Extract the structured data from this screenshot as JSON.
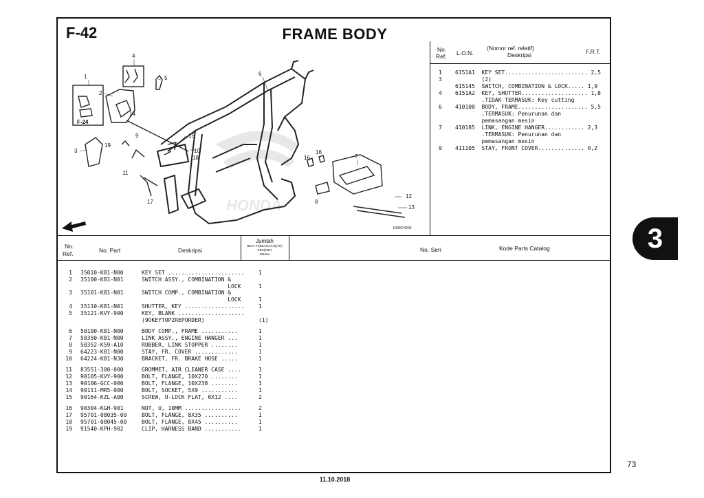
{
  "header": {
    "code": "F-42",
    "title": "FRAME BODY"
  },
  "diagram": {
    "labels": [
      "1",
      "2",
      "3",
      "4",
      "5",
      "6",
      "7",
      "8",
      "9",
      "10",
      "11",
      "12",
      "13",
      "14",
      "15",
      "16",
      "16",
      "17",
      "18",
      "19"
    ],
    "ref_box": "F-24",
    "code": "K81KF4200",
    "watermark": "HONDA"
  },
  "lon_table": {
    "headers": {
      "ref_line1": "No.",
      "ref_line2": "Ref.",
      "lon": "L.O.N.",
      "desc_line1": "(Nomor ref. relatif)",
      "desc_line2": "Deskripsi",
      "frt": "F.R.T."
    },
    "rows": [
      {
        "ref": "1",
        "text": "6151A1  KEY SET......................... 2,5"
      },
      {
        "ref": "3",
        "text": "        (2)"
      },
      {
        "ref": "",
        "text": "615145  SWITCH, COMBINATION & LOCK..... 1,9"
      },
      {
        "ref": "4",
        "text": "6151A2  KEY, SHUTTER.................... 1,8"
      },
      {
        "ref": "",
        "text": "        .TIDAK TERMASUK: Key cutting"
      },
      {
        "ref": "6",
        "text": "410100  BODY, FRAME..................... 5,5"
      },
      {
        "ref": "",
        "text": "        .TERMASUK: Penurunan dan"
      },
      {
        "ref": "",
        "text": "        pemasangan mesin"
      },
      {
        "ref": "7",
        "text": "410185  LINK, ENGINE HANGER............ 2,3"
      },
      {
        "ref": "",
        "text": "        .TERMASUK: Penurunan dan"
      },
      {
        "ref": "",
        "text": "        pemasangan mesin"
      },
      {
        "ref": "9",
        "text": "411105  STAY, FRONT COVER.............. 0,2"
      }
    ]
  },
  "parts_table": {
    "headers": {
      "ref_line1": "No.",
      "ref_line2": "Ref.",
      "part_no": "No. Part",
      "desc": "Deskripsi",
      "qty": "Jumlah",
      "qty_sub1": "BEAT FI(BEAT(ACH)(TO)",
      "qty_sub2": "CBS(CBF)",
      "qty_sub3": "2018nu",
      "serial": "No. Seri",
      "catalog": "Kode Parts Catalog"
    },
    "rows": [
      {
        "ref": "1",
        "part": "35010-K81-N00",
        "desc": "KEY SET .......................",
        "qty": "1"
      },
      {
        "ref": "2",
        "part": "35100-K81-N01",
        "desc": "SWITCH ASSY., COMBINATION &",
        "qty": ""
      },
      {
        "ref": "",
        "part": "",
        "desc": "                          LOCK",
        "qty": "1"
      },
      {
        "ref": "3",
        "part": "35101-K81-N01",
        "desc": "SWITCH COMP., COMBINATION &",
        "qty": ""
      },
      {
        "ref": "",
        "part": "",
        "desc": "                          LOCK",
        "qty": "1"
      },
      {
        "ref": "4",
        "part": "35110-K81-N01",
        "desc": "SHUTTER, KEY ..................",
        "qty": "1"
      },
      {
        "ref": "5",
        "part": "35121-KVY-900",
        "desc": "KEY, BLANK ....................",
        "qty": ""
      },
      {
        "ref": "",
        "part": "",
        "desc": "(9OKEYTOP2REPORDER)",
        "qty": "(1)"
      },
      {
        "ref": "6",
        "part": "50100-K81-N00",
        "desc": "BODY COMP., FRAME ...........",
        "qty": "1"
      },
      {
        "ref": "7",
        "part": "50350-K81-N00",
        "desc": "LINK ASSY., ENGINE HANGER ...",
        "qty": "1"
      },
      {
        "ref": "8",
        "part": "50352-K59-A10",
        "desc": "RUBBER, LINK STOPPER ........",
        "qty": "1"
      },
      {
        "ref": "9",
        "part": "64223-K81-N00",
        "desc": "STAY, FR. COVER .............",
        "qty": "1"
      },
      {
        "ref": "10",
        "part": "64224-K81-N30",
        "desc": "BRACKET, FR. BRAKE HOSE .....",
        "qty": "1"
      },
      {
        "ref": "11",
        "part": "83551-300-000",
        "desc": "GROMMET, AIR CLEANER CASE ....",
        "qty": "1"
      },
      {
        "ref": "12",
        "part": "90105-KVY-900",
        "desc": "BOLT, FLANGE, 10X270 ........",
        "qty": "1"
      },
      {
        "ref": "13",
        "part": "90106-GCC-000",
        "desc": "BOLT, FLANGE, 10X238 ........",
        "qty": "1"
      },
      {
        "ref": "14",
        "part": "90111-MR5-000",
        "desc": "BOLT, SOCKET, 5X9 ...........",
        "qty": "1"
      },
      {
        "ref": "15",
        "part": "90164-KZL-A00",
        "desc": "SCREW, U-LOCK FLAT, 6X12 ....",
        "qty": "2"
      },
      {
        "ref": "16",
        "part": "90304-KGH-901",
        "desc": "NUT, U, 10MM .................",
        "qty": "2"
      },
      {
        "ref": "17",
        "part": "95701-08035-00",
        "desc": "BOLT, FLANGE, 8X35 ..........",
        "qty": "1"
      },
      {
        "ref": "18",
        "part": "95701-08045-00",
        "desc": "BOLT, FLANGE, 8X45 ..........",
        "qty": "1"
      },
      {
        "ref": "19",
        "part": "91540-KPH-902",
        "desc": "CLIP, HARNESS BAND ...........",
        "qty": "1"
      }
    ]
  },
  "section_tab": "3",
  "page_number": "73",
  "footer_date": "11.10.2018"
}
